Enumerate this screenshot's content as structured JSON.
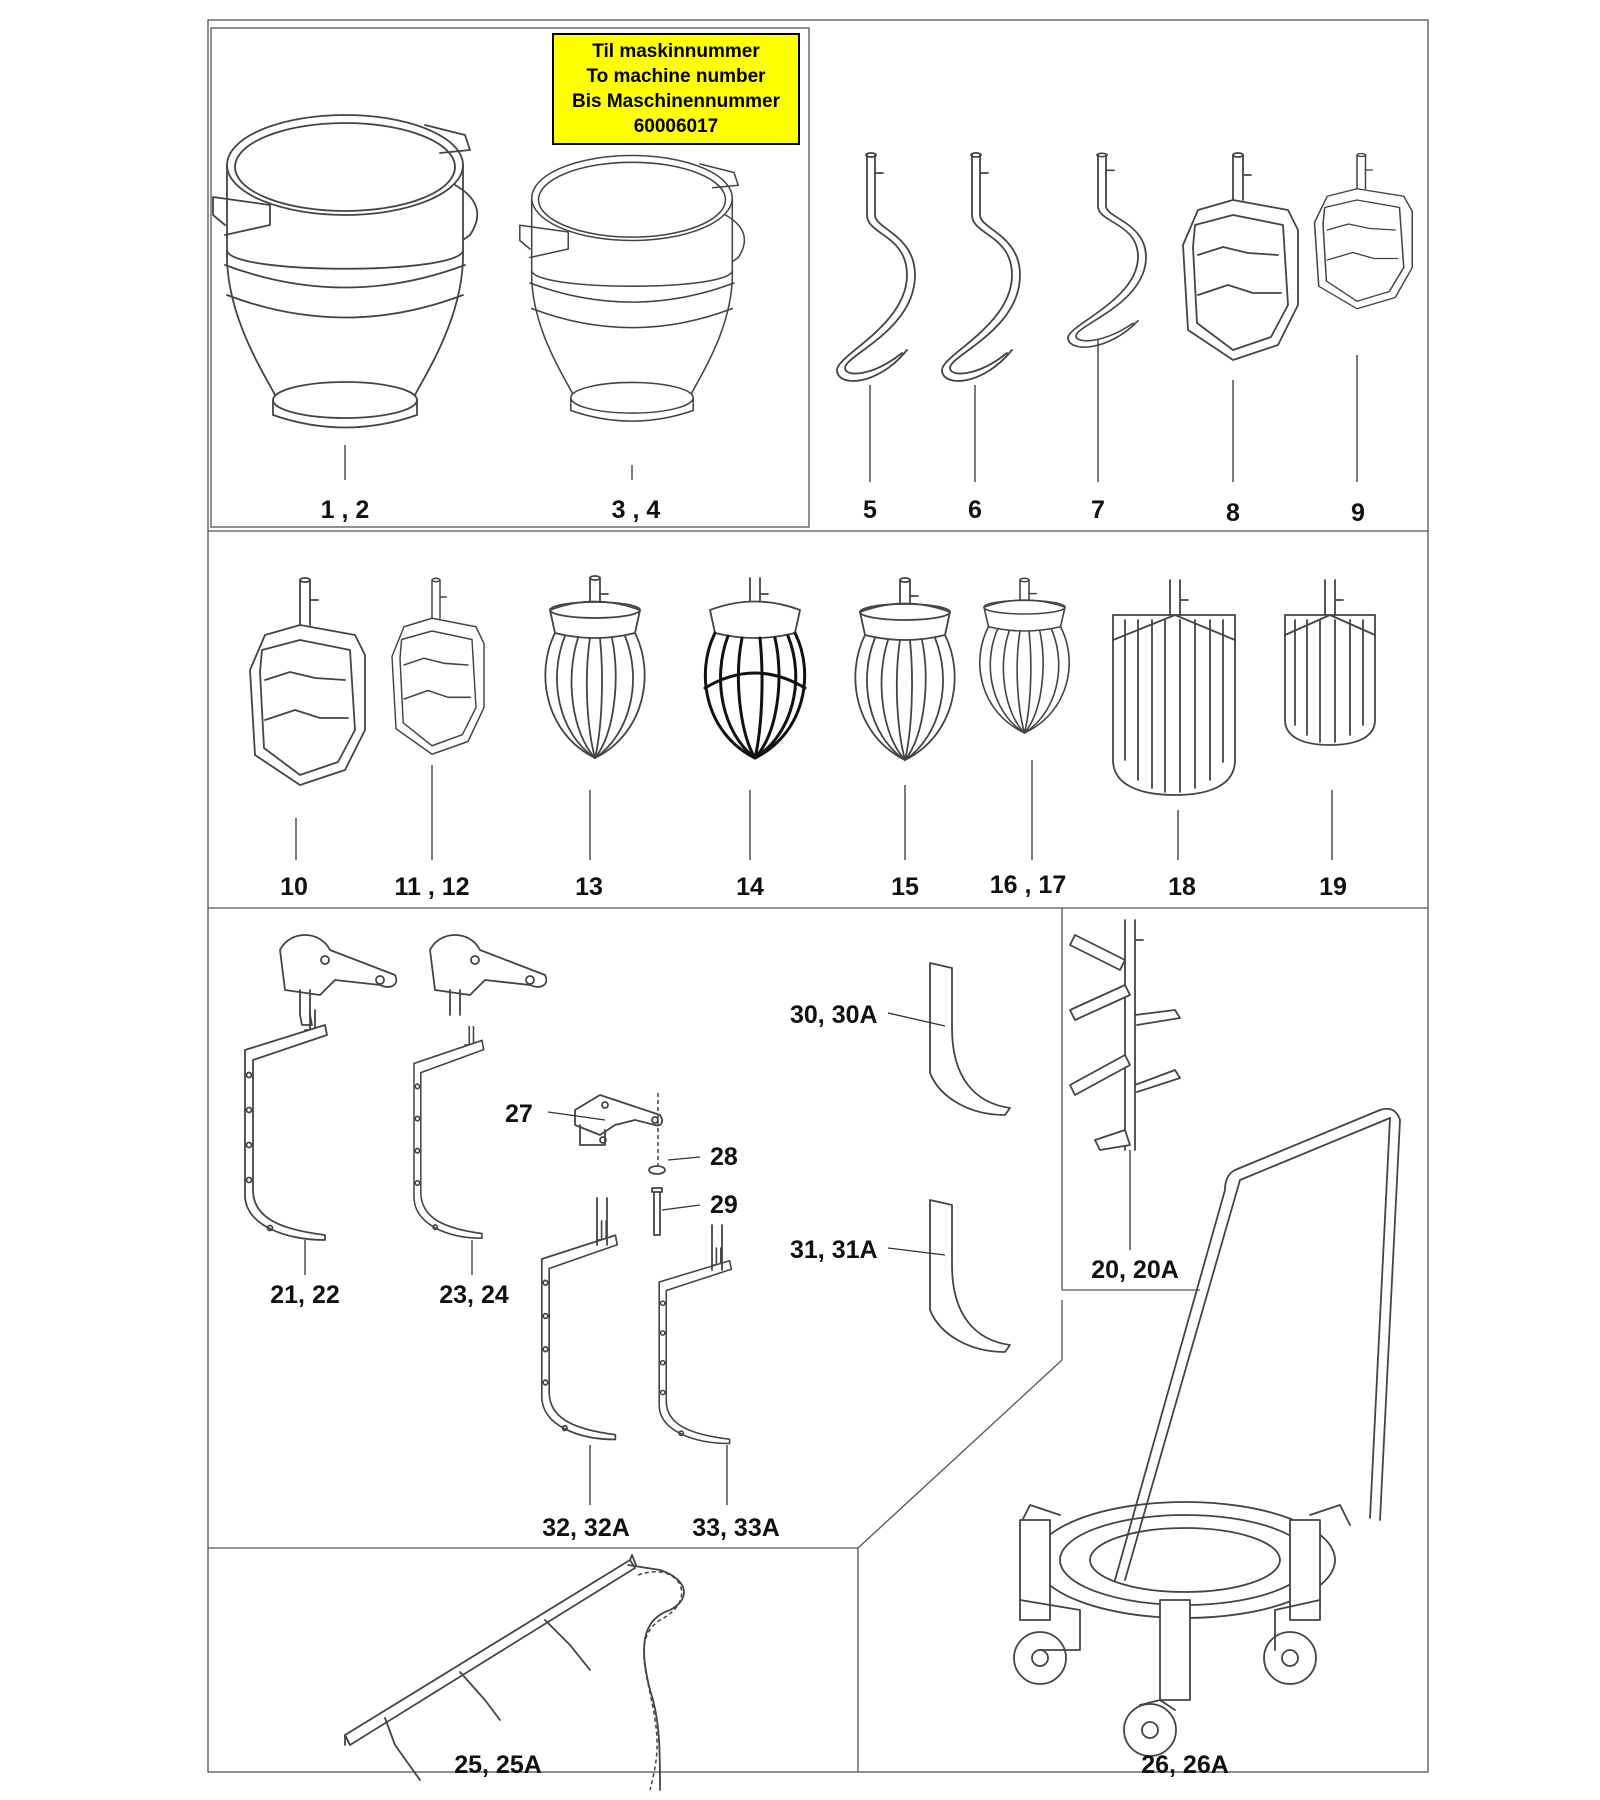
{
  "notice": {
    "line1": "Til maskinnummer",
    "line2": "To machine number",
    "line3": "Bis Maschinennummer",
    "line4": "60006017",
    "background_color": "#ffff00"
  },
  "labels": {
    "p1_2": "1 , 2",
    "p3_4": "3 , 4",
    "p5": "5",
    "p6": "6",
    "p7": "7",
    "p8": "8",
    "p9": "9",
    "p10": "10",
    "p11_12": "11 , 12",
    "p13": "13",
    "p14": "14",
    "p15": "15",
    "p16_17": "16 , 17",
    "p18": "18",
    "p19": "19",
    "p20": "20, 20A",
    "p21_22": "21, 22",
    "p23_24": "23, 24",
    "p25": "25, 25A",
    "p26": "26, 26A",
    "p27": "27",
    "p28": "28",
    "p29": "29",
    "p30": "30, 30A",
    "p31": "31, 31A",
    "p32": "32, 32A",
    "p33": "33, 33A"
  }
}
